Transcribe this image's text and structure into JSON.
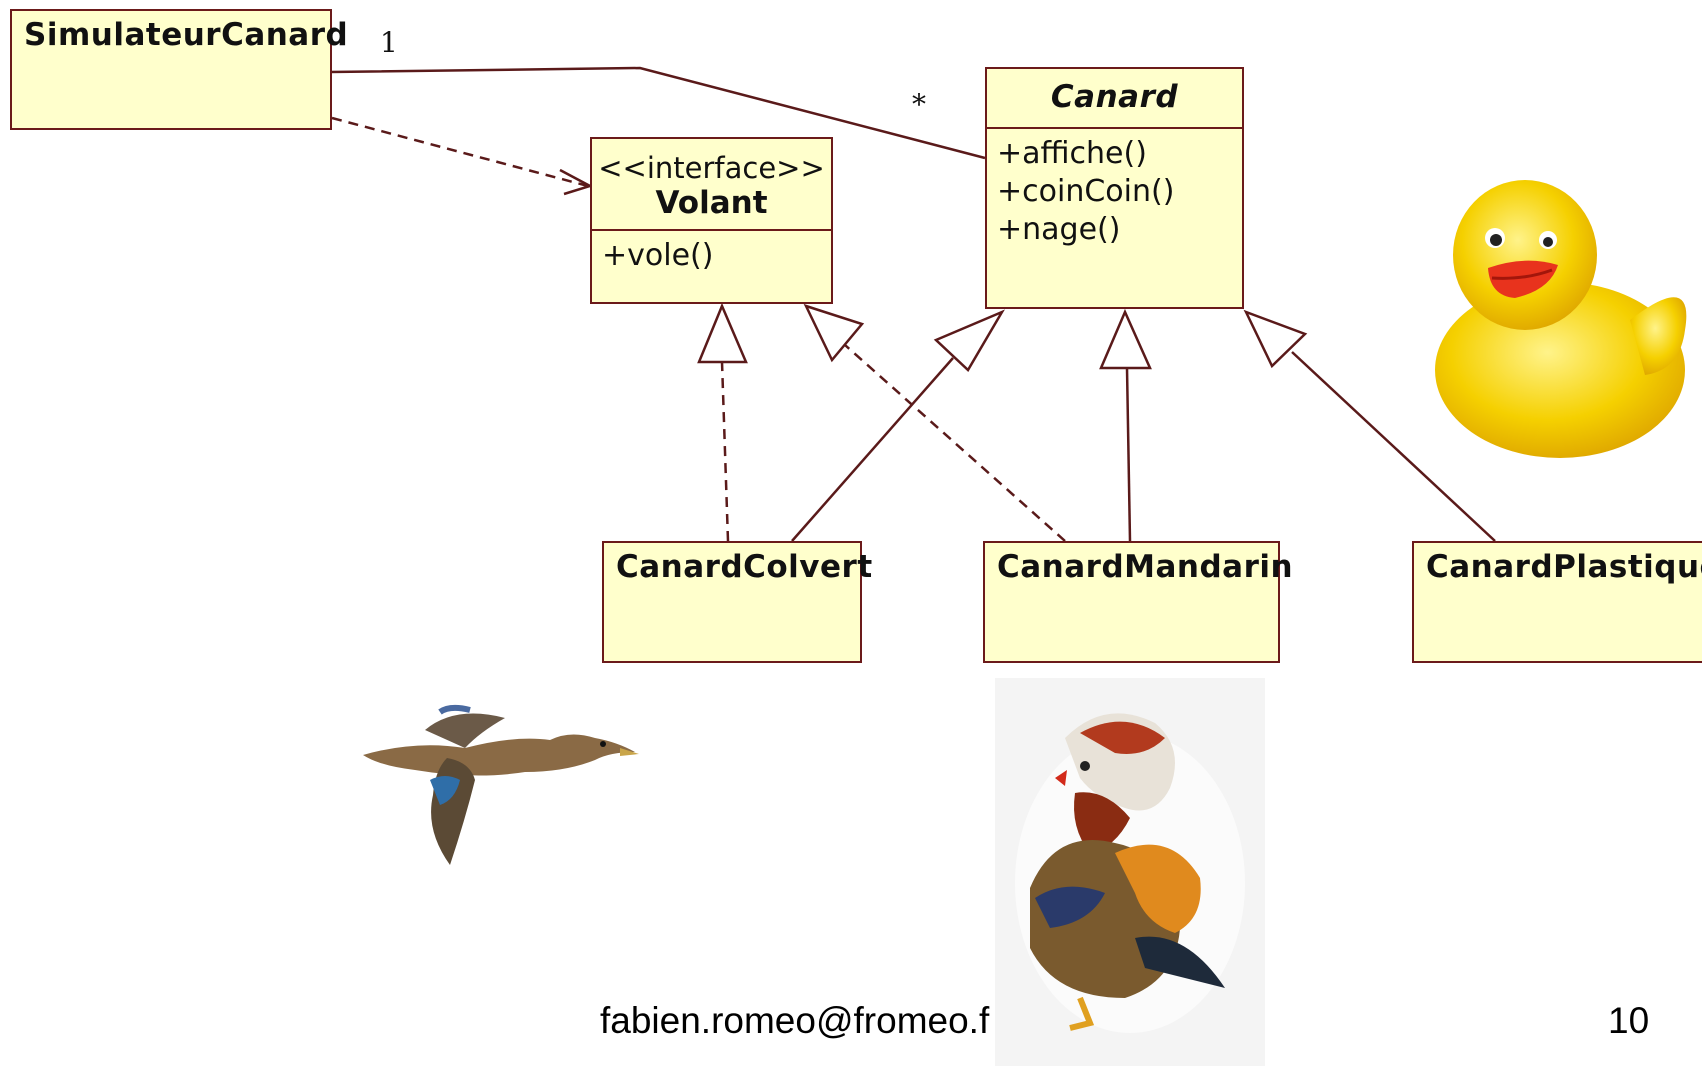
{
  "classes": {
    "simulateur": {
      "name": "SimulateurCanard"
    },
    "canard": {
      "name": "Canard",
      "operations": [
        "+affiche()",
        "+coinCoin()",
        "+nage()"
      ]
    },
    "volant": {
      "stereotype": "<<interface>>",
      "name": "Volant",
      "operations": [
        "+vole()"
      ]
    },
    "colvert": {
      "name": "CanardColvert"
    },
    "mandarin": {
      "name": "CanardMandarin"
    },
    "plastique": {
      "name": "CanardPlastique"
    }
  },
  "association": {
    "multiplicity_source": "1",
    "multiplicity_target": "*"
  },
  "footer": {
    "email": "fabien.romeo@fromeo.f",
    "page_number": "10"
  },
  "images": {
    "rubber_duck": "rubber-duck-picture",
    "mallard": "flying-mallard-picture",
    "mandarin": "mandarin-duck-picture"
  },
  "colors": {
    "box_fill": "#ffffcc",
    "box_border": "#6b1a1a",
    "line": "#5a1a1a"
  }
}
